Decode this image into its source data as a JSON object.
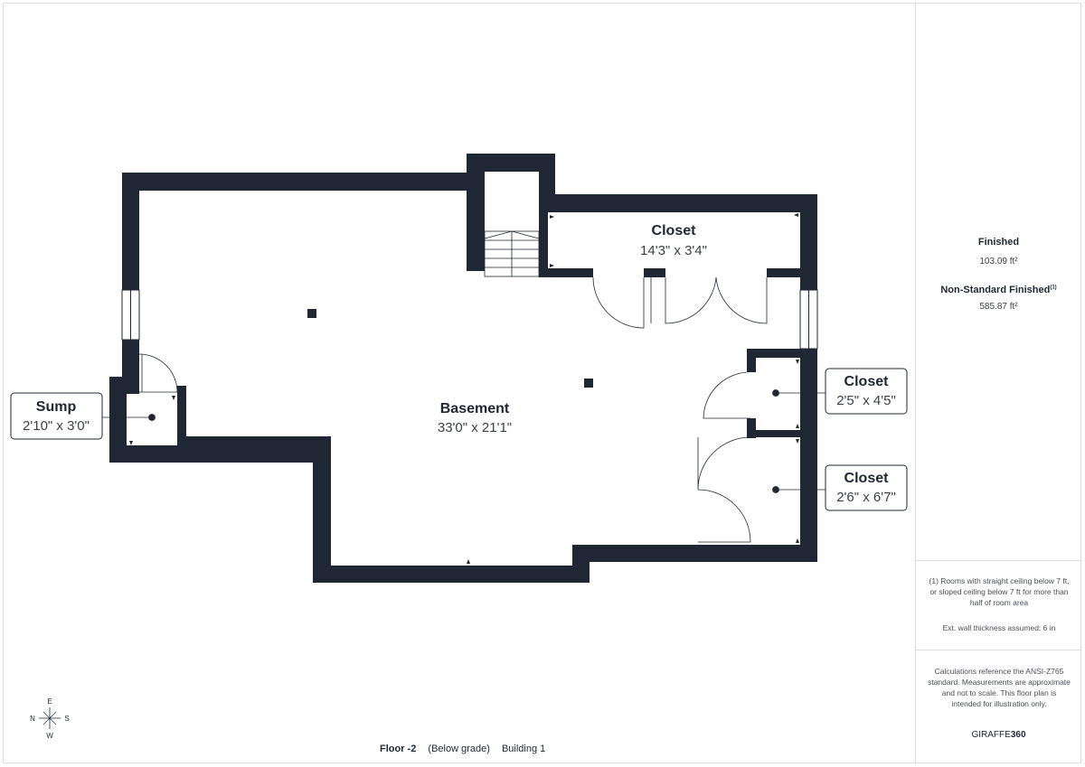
{
  "rooms": [
    {
      "name": "Basement",
      "dims": "33'0\" x 21'1\""
    },
    {
      "name": "Closet",
      "dims": "14'3\" x 3'4\""
    },
    {
      "name": "Closet",
      "dims": "2'5\" x 4'5\""
    },
    {
      "name": "Closet",
      "dims": "2'6\" x 6'7\""
    },
    {
      "name": "Sump",
      "dims": "2'10\" x 3'0\""
    }
  ],
  "summary": {
    "finished_label": "Finished",
    "finished_value": "103.09 ft²",
    "nonstandard_label": "Non-Standard Finished",
    "nonstandard_sup": "(1)",
    "nonstandard_value": "585.87 ft²"
  },
  "notes": {
    "footnote": "(1) Rooms with straight ceiling below 7 ft, or sloped ceiling below 7 ft for more than half of room area",
    "wall_thickness": "Ext. wall thickness assumed: 6 in",
    "disclaimer": "Calculations reference the ANSI-Z765 standard. Measurements are approximate and not to scale. This floor plan is intended for illustration only."
  },
  "brand": {
    "prefix": "GIRAFFE",
    "suffix": "360"
  },
  "footer": {
    "floor": "Floor -2",
    "grade": "(Below grade)",
    "building": "Building 1"
  },
  "compass": {
    "e": "E",
    "n": "N",
    "s": "S",
    "w": "W"
  },
  "colors": {
    "wall": "#1e2733",
    "line": "#1e2733",
    "border": "#d9dde2"
  }
}
